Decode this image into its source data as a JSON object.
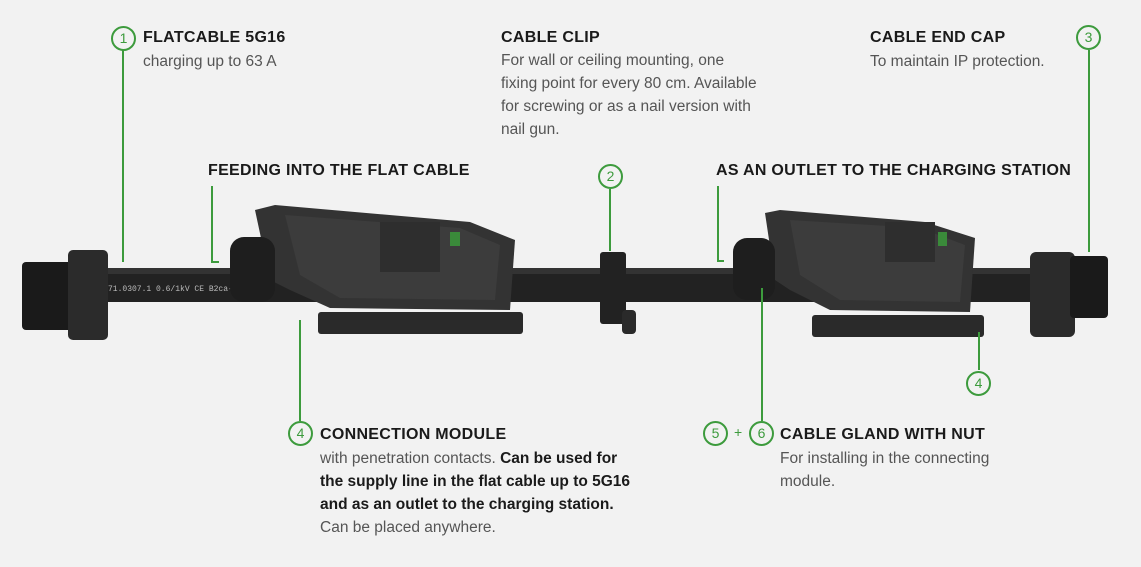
{
  "callouts": {
    "flatcable": {
      "number": "1",
      "title": "FLATCABLE 5G16",
      "text": "charging up to 63 A"
    },
    "feeding": {
      "title": "FEEDING INTO THE FLAT CABLE"
    },
    "cable_clip": {
      "number": "2",
      "title": "CABLE CLIP",
      "lines": [
        "For wall or ceiling mounting, one",
        "fixing point for every 80 cm. Available",
        "for screwing or as a nail version with",
        "nail gun."
      ]
    },
    "outlet": {
      "title": "AS AN OUTLET TO THE CHARGING STATION"
    },
    "end_cap": {
      "number": "3",
      "title": "CABLE END CAP",
      "text": "To maintain IP protection."
    },
    "connection_module": {
      "number": "4",
      "title": "CONNECTION MODULE",
      "text_normal": "with penetration contacts. ",
      "text_bold_1": "Can be used for",
      "text_bold_2": "the supply line in the flat cable up to 5G16",
      "text_bold_3": "and as an outlet to the charging station.",
      "text_end": "Can be placed anywhere."
    },
    "module_right": {
      "number": "4"
    },
    "cable_gland": {
      "number_a": "5",
      "plus": "+",
      "number_b": "6",
      "title": "CABLE GLAND WITH NUT",
      "lines": [
        "For installing in the connecting",
        "module."
      ]
    }
  },
  "product": {
    "cable_print": "71.0307.1 0.6/1kV CE B2ca-s1a."
  },
  "colors": {
    "accent": "#3d9b3d",
    "background": "#f2f2f2",
    "product": "#2a2a2a"
  }
}
